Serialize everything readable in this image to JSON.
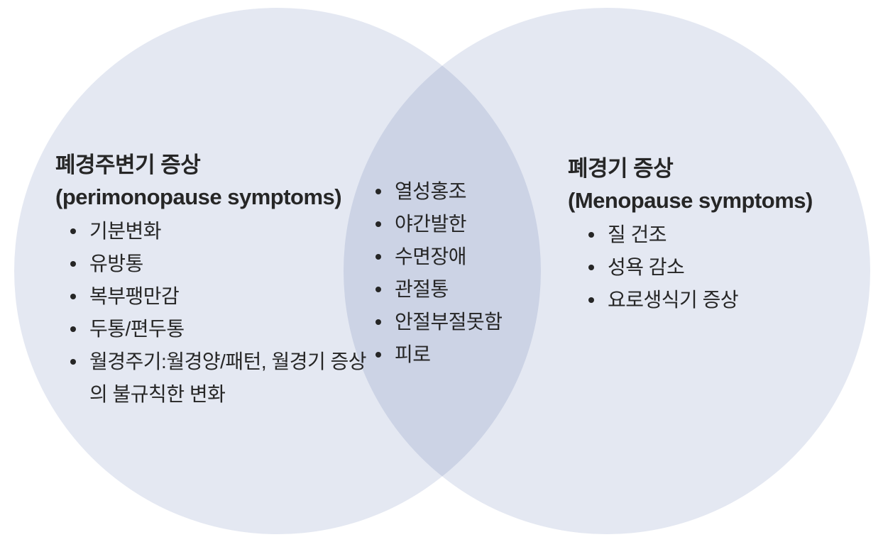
{
  "venn": {
    "left": {
      "title_ko": "폐경주변기 증상",
      "title_en": "(perimonopause symptoms)",
      "items": [
        "기분변화",
        "유방통",
        "복부팽만감",
        "두통/편두통",
        "월경주기:월경양/패턴, 월경기 증상의 불규칙한 변화"
      ]
    },
    "overlap": {
      "items": [
        "열성홍조",
        "야간발한",
        "수면장애",
        "관절통",
        "안절부절못함",
        "피로"
      ]
    },
    "right": {
      "title_ko": "폐경기 증상",
      "title_en": "(Menopause symptoms)",
      "items": [
        "질 건조",
        "성욕 감소",
        "요로생식기 증상"
      ]
    },
    "colors": {
      "circle": "#e4e8f2",
      "overlap": "#ccd3e6",
      "text": "#262626",
      "background": "#ffffff"
    }
  }
}
